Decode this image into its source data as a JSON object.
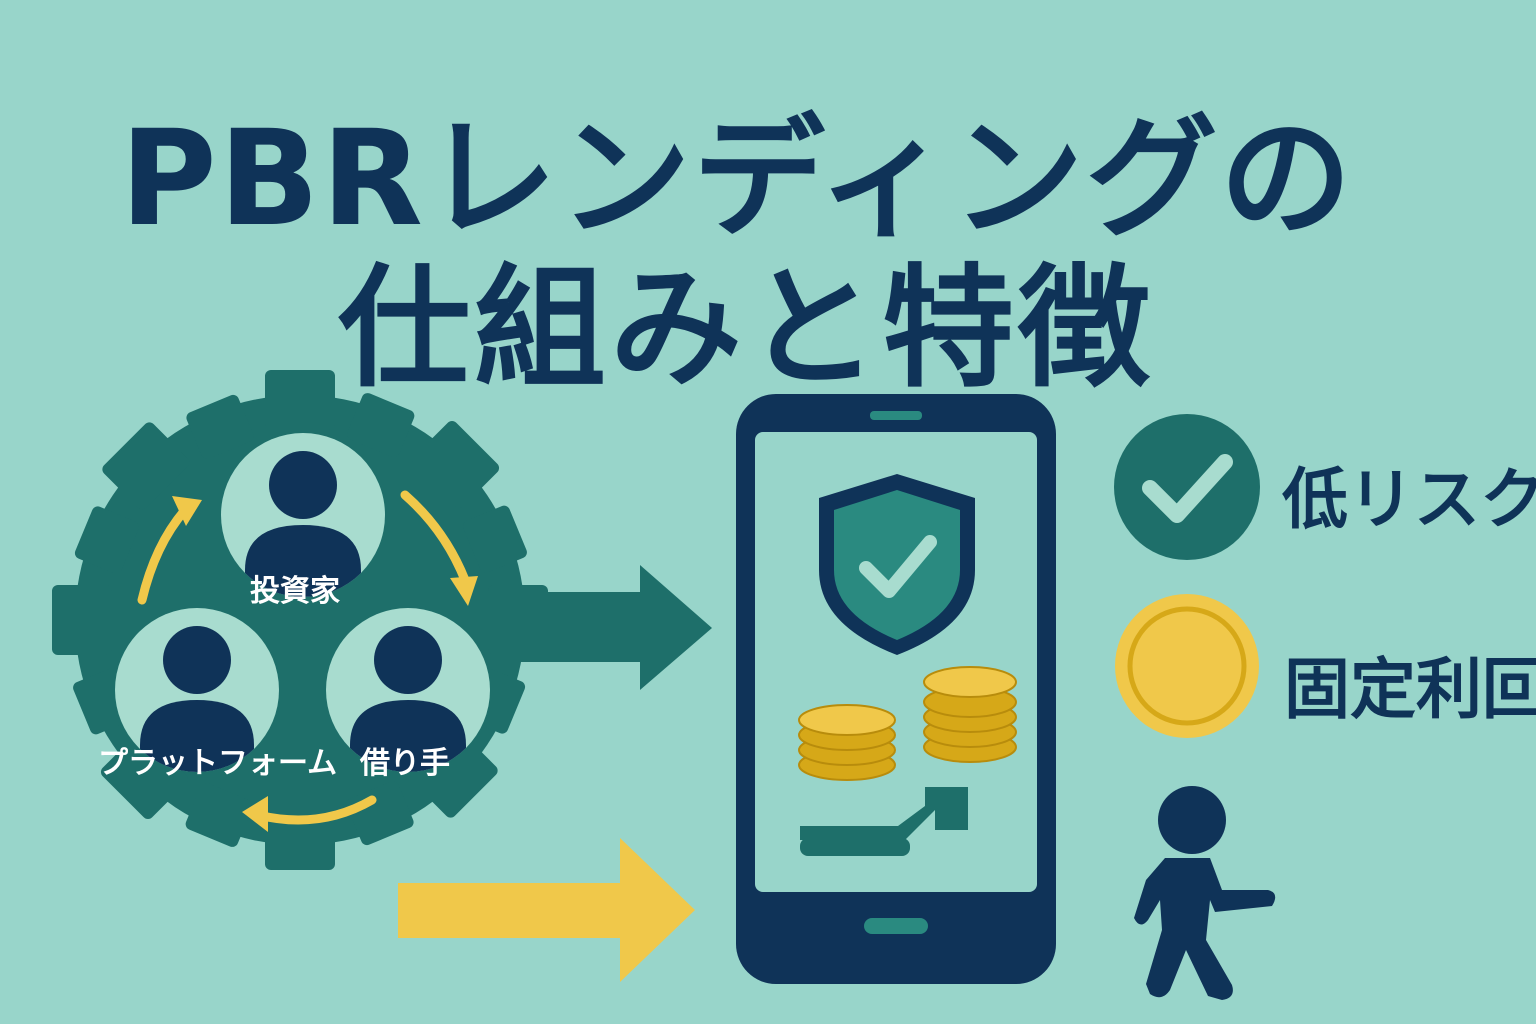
{
  "title": {
    "line1": "PBRレンディングの",
    "line2": "仕組みと特徴"
  },
  "roles": {
    "investor": "投資家",
    "platform": "プラットフォーム",
    "borrower": "借り手"
  },
  "features": {
    "low_risk": "低リスク",
    "fixed_return": "固定利回"
  },
  "colors": {
    "background": "#98d5ca",
    "navy": "#0f3358",
    "teal": "#1e6f6a",
    "teal_light": "#2a8a80",
    "yellow": "#f0c84a",
    "gold": "#d6a818",
    "mint_inner": "#a8dccf"
  },
  "icons": [
    "gear-icon",
    "person-icon",
    "cycle-arrow-icon",
    "right-arrow-icon",
    "smartphone-icon",
    "shield-check-icon",
    "coin-stack-icon",
    "chart-arrow-icon",
    "check-circle-icon",
    "coin-icon",
    "walking-person-icon"
  ]
}
